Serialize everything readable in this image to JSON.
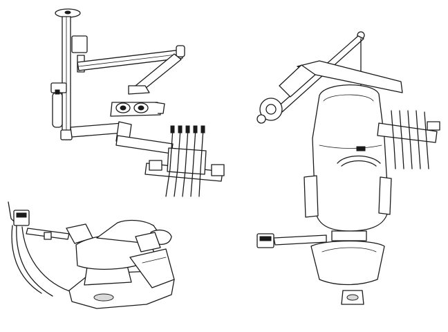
{
  "figure": {
    "background": "#ffffff",
    "line_color": "#1a1a1a",
    "views": [
      {
        "id": "view-ceiling-mounted-unit",
        "icon": "ceiling-mounted-dental-unit-icon"
      },
      {
        "id": "view-dental-chair",
        "icon": "dental-chair-icon"
      },
      {
        "id": "view-top-unit",
        "icon": "dental-unit-top-view-icon"
      }
    ]
  }
}
